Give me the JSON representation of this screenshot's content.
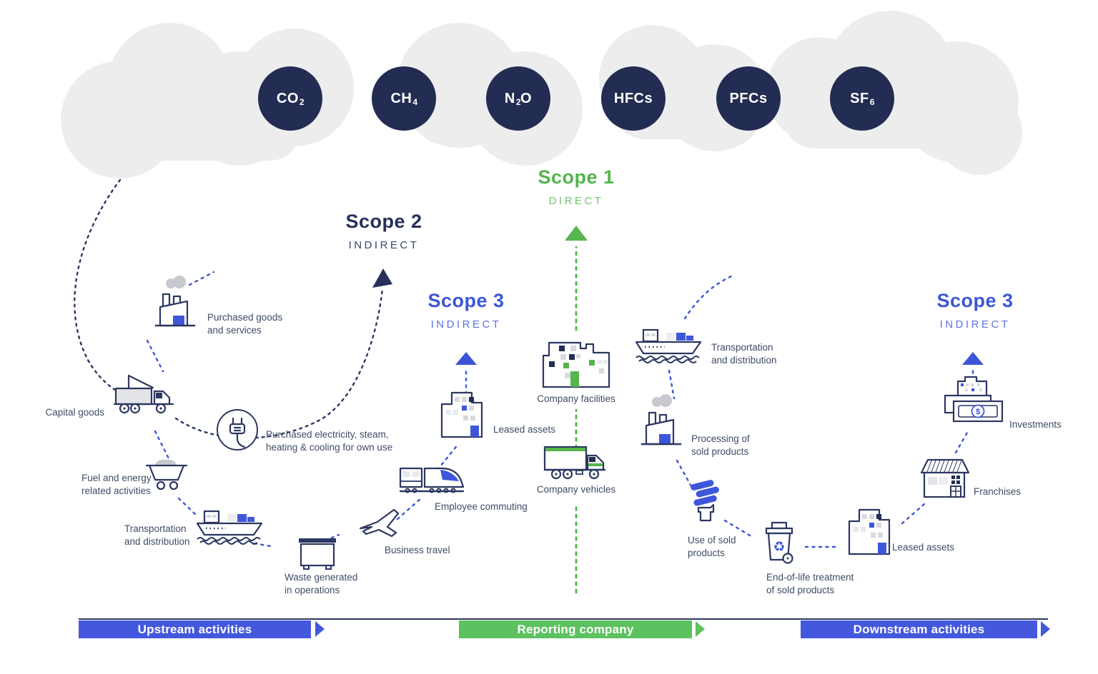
{
  "gases": [
    {
      "pre": "CO",
      "sub": "2",
      "post": ""
    },
    {
      "pre": "CH",
      "sub": "4",
      "post": ""
    },
    {
      "pre": "N",
      "sub": "2",
      "post": "O"
    },
    {
      "pre": "HFCs",
      "sub": "",
      "post": ""
    },
    {
      "pre": "PFCs",
      "sub": "",
      "post": ""
    },
    {
      "pre": "SF",
      "sub": "6",
      "post": ""
    }
  ],
  "scopes": {
    "scope1": {
      "title": "Scope 1",
      "subtitle": "DIRECT"
    },
    "scope2": {
      "title": "Scope 2",
      "subtitle": "INDIRECT"
    },
    "scope3_left": {
      "title": "Scope 3",
      "subtitle": "INDIRECT"
    },
    "scope3_right": {
      "title": "Scope 3",
      "subtitle": "INDIRECT"
    }
  },
  "labels": {
    "purchased_goods": "Purchased goods\nand services",
    "capital_goods": "Capital goods",
    "purchased_electricity": "Purchased electricity, steam,\nheating & cooling for own use",
    "fuel_energy": "Fuel and energy\nrelated activities",
    "transport_upstream": "Transportation\nand distribution",
    "waste": "Waste generated\nin operations",
    "business_travel": "Business travel",
    "employee_commuting": "Employee commuting",
    "leased_assets_upstream": "Leased assets",
    "company_facilities": "Company facilities",
    "company_vehicles": "Company vehicles",
    "transport_downstream": "Transportation\nand distribution",
    "processing": "Processing of\nsold products",
    "use_of_sold": "Use of sold\nproducts",
    "end_of_life": "End-of-life treatment\nof sold products",
    "leased_assets_downstream": "Leased assets",
    "franchises": "Franchises",
    "investments": "Investments"
  },
  "bars": {
    "upstream": "Upstream activities",
    "reporting": "Reporting company",
    "downstream": "Downstream activities"
  },
  "colors": {
    "navy": "#232c52",
    "icon_stroke": "#2c3761",
    "blue_accent": "#3e57da",
    "green_accent": "#55b54d",
    "bar_blue": "#4458de",
    "bar_green": "#5cc25f",
    "cloud_gray": "#ededee",
    "small_cloud_gray": "#c7c9ce",
    "label_text": "#3f4b66"
  }
}
